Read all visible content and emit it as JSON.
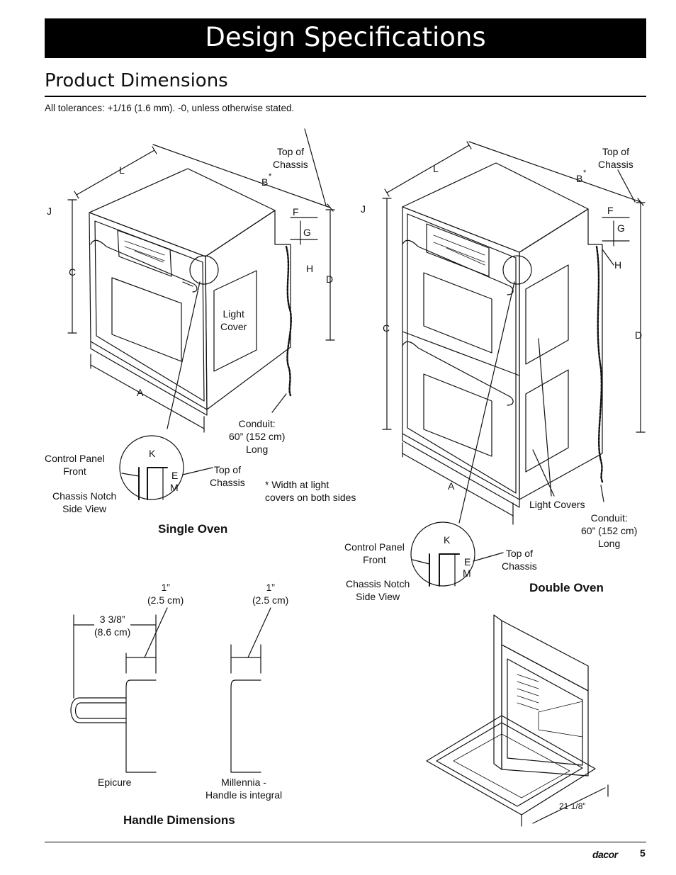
{
  "header": {
    "title": "Design Specifications"
  },
  "section": {
    "title": "Product Dimensions",
    "tolerance_note": "All tolerances: +1/16 (1.6 mm). -0, unless otherwise stated."
  },
  "single_oven": {
    "caption": "Single Oven",
    "labels": {
      "L": "L",
      "B": "B",
      "asterisk": "*",
      "J": "J",
      "F": "F",
      "G": "G",
      "H": "H",
      "C": "C",
      "D": "D",
      "A": "A"
    },
    "top_of_chassis": "Top of\nChassis",
    "light_cover": "Light\nCover",
    "conduit": "Conduit:\n60” (152 cm)\nLong",
    "detail": {
      "K": "K",
      "E": "E",
      "M": "M",
      "control_panel_front": "Control Panel\nFront",
      "top_of_chassis": "Top of\nChassis",
      "chassis_notch": "Chassis Notch\nSide View"
    },
    "width_note": "* Width at light\ncovers on both sides"
  },
  "double_oven": {
    "caption": "Double Oven",
    "labels": {
      "L": "L",
      "B": "B",
      "asterisk": "*",
      "J": "J",
      "F": "F",
      "G": "G",
      "H": "H",
      "C": "C",
      "D": "D",
      "A": "A"
    },
    "top_of_chassis": "Top of\nChassis",
    "light_covers": "Light Covers",
    "conduit": "Conduit:\n60” (152 cm)\nLong",
    "detail": {
      "K": "K",
      "E": "E",
      "M": "M",
      "control_panel_front": "Control Panel\nFront",
      "top_of_chassis": "Top of\nChassis",
      "chassis_notch": "Chassis Notch\nSide View"
    }
  },
  "handles": {
    "caption": "Handle Dimensions",
    "epicure_depth": "3 3/8”\n(8.6 cm)",
    "epicure_width": "1”\n(2.5 cm)",
    "millennia_width": "1”\n(2.5 cm)",
    "epicure_label": "Epicure",
    "millennia_label": "Millennia -\nHandle is integral"
  },
  "open_oven": {
    "door_dim": "21 1/8”"
  },
  "footer": {
    "brand": "dacor",
    "page": "5"
  }
}
